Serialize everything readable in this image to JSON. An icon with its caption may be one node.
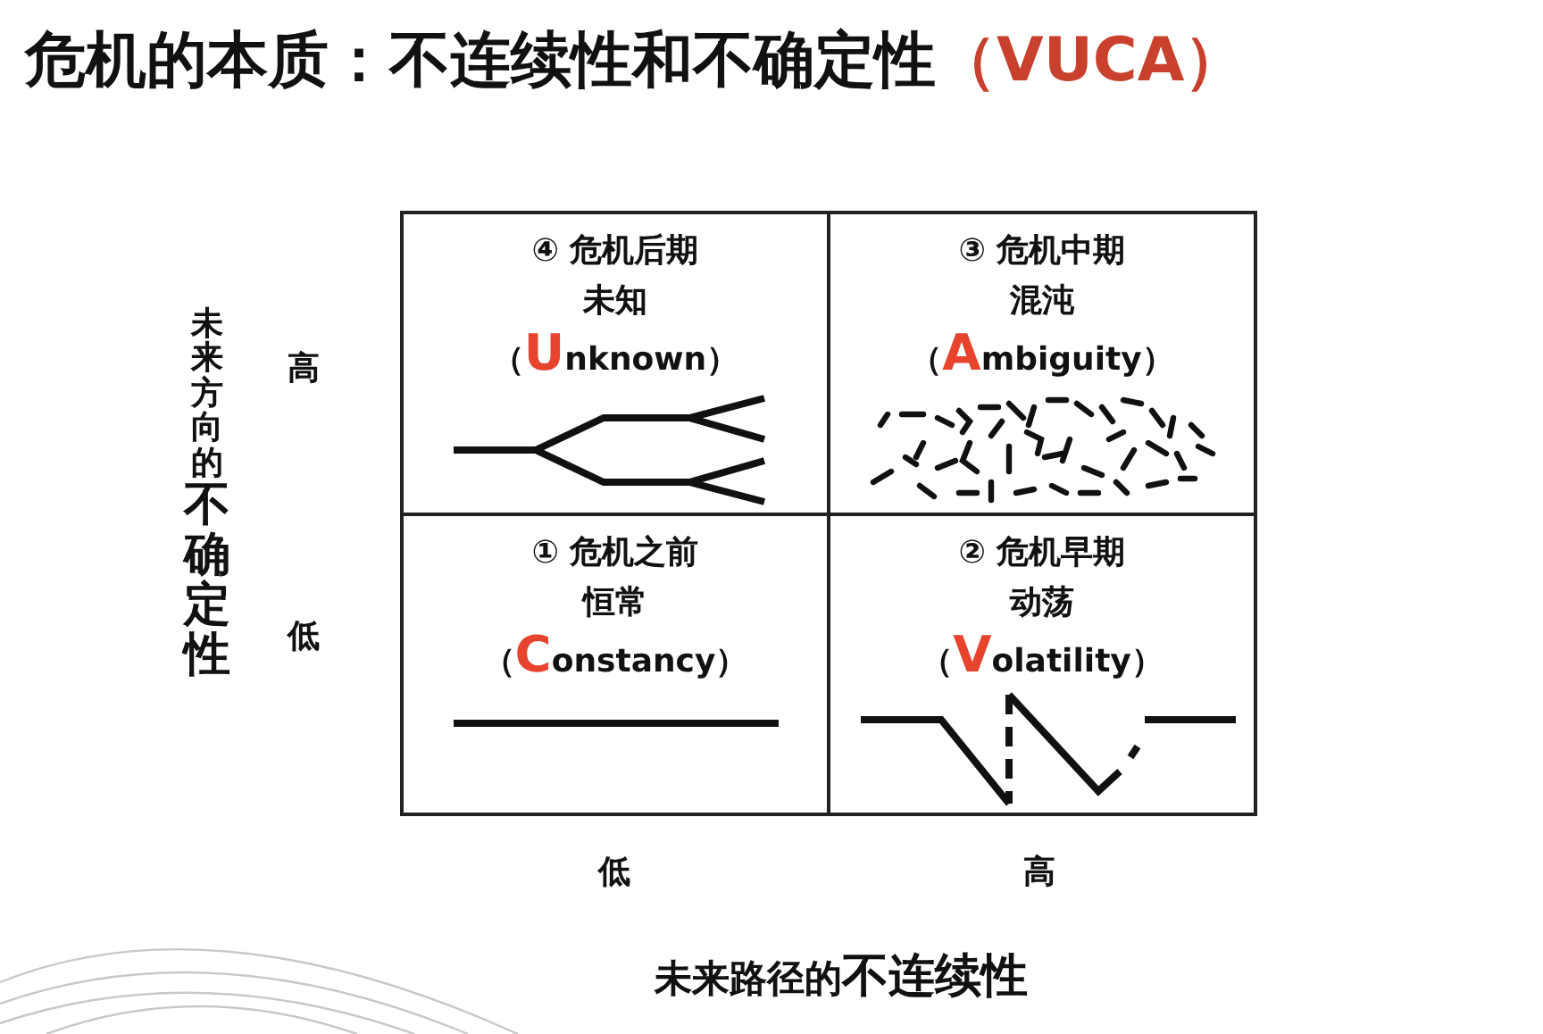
{
  "diagram": {
    "title": "危机的本质：不连续性和不确定性**（VUCA）**",
    "nodes": [
      {
        "text": [
          "④ 危机后期",
          "未知",
          "（**U**nknown）"
        ]
      },
      {
        "text": [
          "③ 危机中期",
          "混沌",
          "（**A**mbiguity）"
        ]
      },
      {
        "text": [
          "① 危机之前",
          "恒常",
          "（**C**onstancy）"
        ]
      },
      {
        "text": [
          "② 危机早期",
          "动荡",
          "（**V**olatility）"
        ]
      }
    ],
    "labels": [
      "未来方向的**不确定性**",
      "高",
      "低",
      "低",
      "高",
      "未来路径的**不连续性**"
    ]
  }
}
